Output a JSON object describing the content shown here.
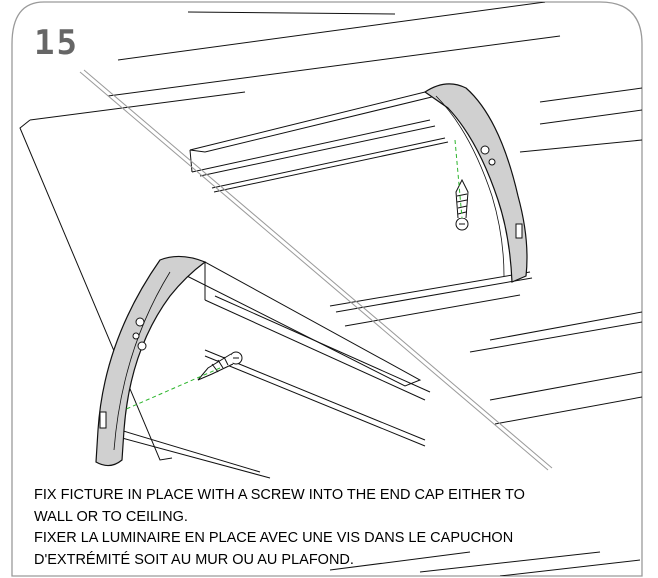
{
  "step": {
    "number": "15"
  },
  "instructions": {
    "line_en_1": "FIX FICTURE IN PLACE WITH A SCREW INTO THE END CAP EITHER TO",
    "line_en_2": "WALL OR TO CEILING.",
    "line_fr_1": "FIXER LA LUMINAIRE EN PLACE AVEC UNE VIS DANS LE CAPUCHON",
    "line_fr_2": "D'EXTRÉMITÉ SOIT AU MUR OU AU PLAFOND."
  },
  "colors": {
    "frame": "#9a9a9a",
    "line": "#111111",
    "bracket": "#d0d0d0",
    "guide": "#2bb52b",
    "step_number": "#666666"
  },
  "icons": [
    "screw-icon",
    "end-cap-bracket-icon"
  ]
}
